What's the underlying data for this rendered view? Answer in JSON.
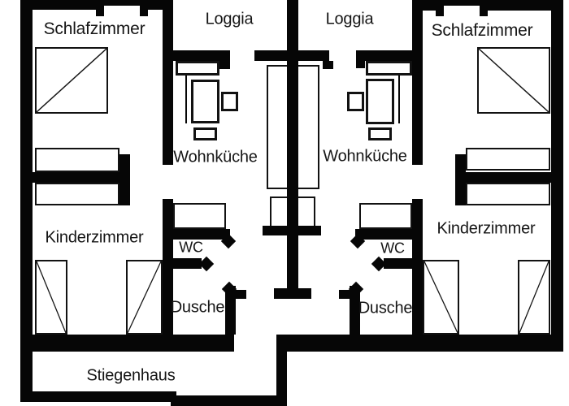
{
  "floor_plan": {
    "background_color": "#ffffff",
    "wall_color": "#060606",
    "rooms": {
      "schlafzimmer_left": "Schlafzimmer",
      "loggia_left": "Loggia",
      "loggia_right": "Loggia",
      "schlafzimmer_right": "Schlafzimmer",
      "wohnkueche_left": "Wohnküche",
      "wohnkueche_right": "Wohnküche",
      "kinderzimmer_left": "Kinderzimmer",
      "kinderzimmer_right": "Kinderzimmer",
      "wc_left": "WC",
      "wc_right": "WC",
      "dusche_left": "Dusche",
      "dusche_right": "Dusche",
      "stiegenhaus": "Stiegenhaus"
    }
  }
}
